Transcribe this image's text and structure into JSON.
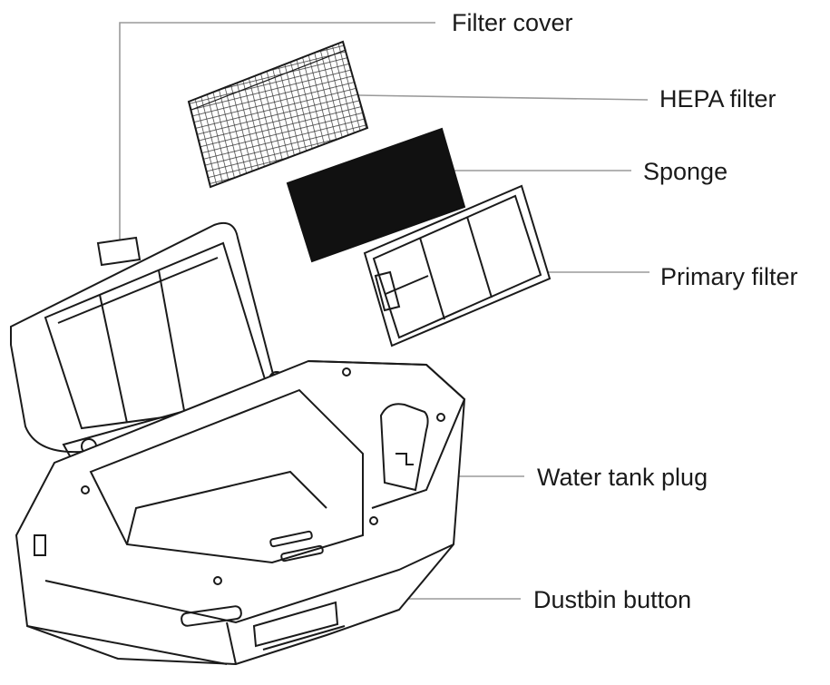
{
  "labels": {
    "filter_cover": "Filter cover",
    "hepa_filter": "HEPA filter",
    "sponge": "Sponge",
    "primary_filter": "Primary filter",
    "water_tank_plug": "Water tank plug",
    "dustbin_button": "Dustbin button"
  },
  "colors": {
    "line": "#1a1a1a",
    "leader": "#9a9a9a",
    "sponge_fill": "#111111",
    "background": "#ffffff"
  }
}
